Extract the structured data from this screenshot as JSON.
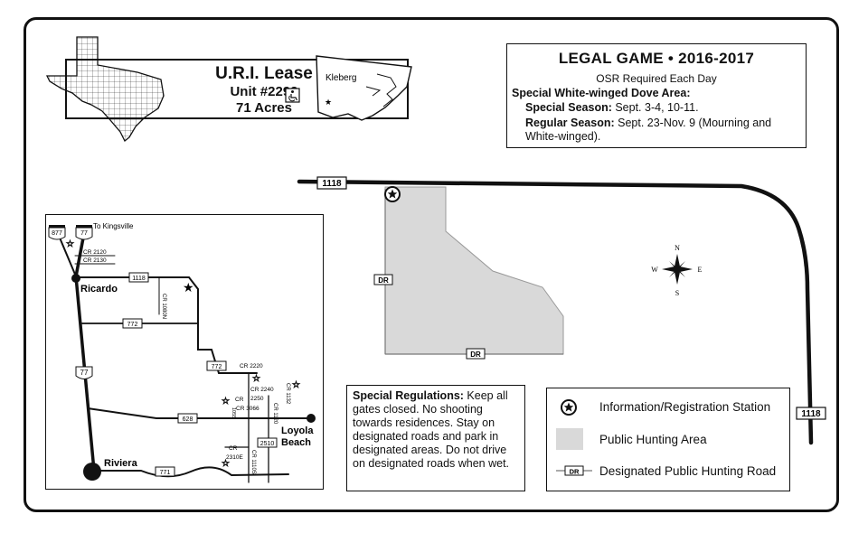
{
  "header": {
    "lease_name": "U.R.I. Lease",
    "unit": "Unit #2292",
    "acres": "71 Acres",
    "county_label": "Kleberg"
  },
  "legal_game": {
    "title": "LEGAL GAME • 2016-2017",
    "osr": "OSR Required Each Day",
    "dove_area": "Special White-winged Dove Area:",
    "special_label": "Special Season:",
    "special_dates": " Sept. 3-4, 10-11.",
    "regular_label": "Regular Season:",
    "regular_dates": " Sept. 23-Nov. 9 (Mourning and White-winged)."
  },
  "special_regulations": {
    "label": "Special Regulations:",
    "text": " Keep all gates closed. No shooting towards residences. Stay on designated roads and park in designated areas. Do not drive on designated roads when wet."
  },
  "legend": {
    "station": "Information/Registration Station",
    "public_area": "Public Hunting Area",
    "road": "Designated Public Hunting Road",
    "road_marker": "DR"
  },
  "main_map": {
    "road_1118_top": "1118",
    "road_1118_right": "1118",
    "dr_left": "DR",
    "dr_bottom": "DR",
    "compass": {
      "n": "N",
      "s": "S",
      "e": "E",
      "w": "W"
    }
  },
  "inset_map": {
    "to_kingsville": "To Kingsville",
    "hwy_877": "877",
    "hwy_77_top": "77",
    "hwy_77_mid": "77",
    "cr_2120": "CR 2120",
    "cr_2130": "CR 2130",
    "fm_1118": "1118",
    "cr_1080n": "CR 1080N",
    "ricardo": "Ricardo",
    "fm_772_a": "772",
    "fm_772_b": "772",
    "cr_2220": "CR 2220",
    "cr_2240": "CR 2240",
    "cr_2250": "2250",
    "cr_3066": "CR 3066",
    "cr_1120": "CR 1120",
    "cr_1132": "CR 1132",
    "fm_628": "628",
    "loyola_beach_1": "Loyola",
    "loyola_beach_2": "Beach",
    "cr_2310e_1": "CR",
    "cr_2310e_2": "2310E",
    "cr_1110s": "CR 1110S",
    "fm_2510": "2510",
    "riviera": "Riviera",
    "fm_771": "771",
    "cr_small": "CR",
    "cr_1055": "1055"
  }
}
